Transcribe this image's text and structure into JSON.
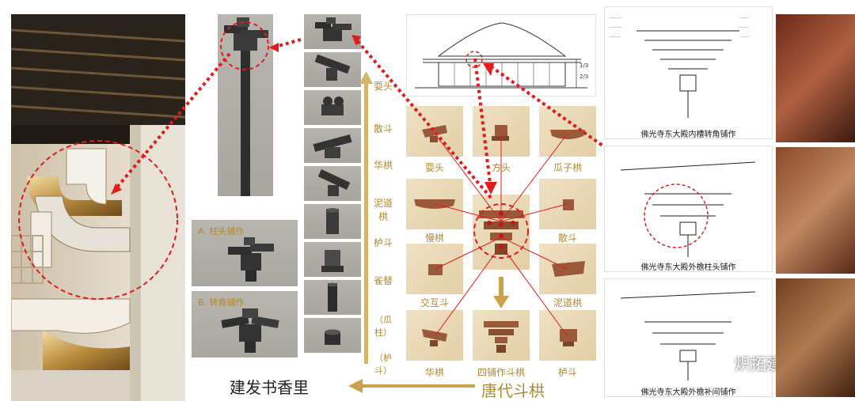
{
  "vertical_labels": [
    "耍头",
    "散斗",
    "华栱",
    "泥道栱",
    "栌斗",
    "雀替",
    "（瓜柱）",
    "（栌斗）"
  ],
  "tile_labels": {
    "t1": "耍头",
    "t2": "方头",
    "t3": "瓜子栱",
    "t4": "慢栱",
    "t5": "散斗",
    "t6": "交互斗",
    "t7": "泥道栱",
    "t8": "华栱",
    "t9": "四铺作斗栱",
    "t10": "栌斗"
  },
  "panel_labels": {
    "a": "A. 柱头铺作",
    "b": "B. 转角铺作"
  },
  "captions": {
    "c1": "佛光寺东大殿内槽转角铺作",
    "c2": "佛光寺东大殿外檐柱头铺作",
    "c3": "佛光寺东大殿外檐补间铺作"
  },
  "drawing_ratios": [
    "1/3",
    "2/3"
  ],
  "footer": {
    "left": "建发书香里",
    "center": "唐代斗栱"
  },
  "watermark": "炽拓建筑",
  "colors": {
    "gold": "#b08a2e",
    "red_dash": "#e31b1b",
    "timber": "#9a5a3a"
  }
}
